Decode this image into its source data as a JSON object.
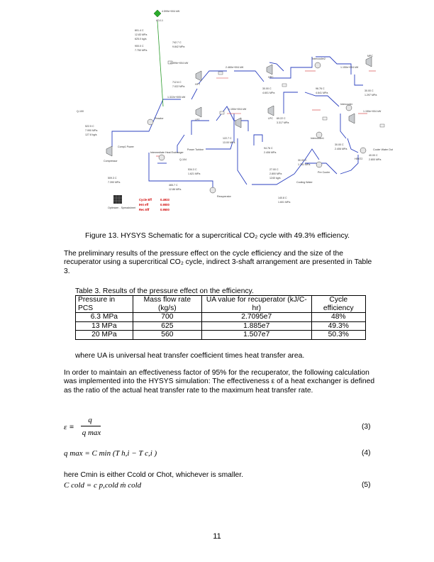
{
  "figure": {
    "caption": "Figure 13.  HYSYS Schematic for a supercritical CO₂ cycle with 49.3% efficiency.",
    "labels": {
      "adj": "ADJ-1",
      "q100": "Q-100",
      "reactor": "Reactor",
      "compressor": "Compressor",
      "comp1_power": "Comp1 Power",
      "ihx": "Intermediate Heat Exchanger",
      "q104": "Q-104",
      "power_turbine": "Power Turbine",
      "lpt": "LPT",
      "hpt": "HPT",
      "lpc": "LPC",
      "mpc": "MPC",
      "hpc": "HPC",
      "intercooler1": "Intercooler1",
      "intercooler2": "Intercooler2",
      "intercooler": "Intercooler",
      "recuperator": "Recuperator",
      "cooling_water": "Cooling Water",
      "pre_cooler": "Pre Cooler",
      "cooler_water_out": "Cooler Water Out",
      "heat2": "HEAT2",
      "optimizer": "Optimizer - Spreadsheet",
      "s_a1": "4.599e+004  kW",
      "s_a2": "801.4  C",
      "s_a3": "12.83  MPa",
      "s_a4": "625.0  kg/s",
      "s_b1": "900.0  C",
      "s_b2": "7.750  MPa",
      "s_c1": "742.7  C",
      "s_c2": "9.842  MPa",
      "s_d1": "2.399e+004  kW",
      "s_e1": "712.6  C",
      "s_e2": "7.022  MPa",
      "s_f1": "1.322e+005  kW",
      "s_g1": "522.5  C",
      "s_g2": "7.990  MPa",
      "s_g3": "127.8  kg/s",
      "s_h1": "2.460e+004  kW",
      "s_i1": "30.00  C",
      "s_i2": "4.601  MPa",
      "s_j1": "1.150e+004  kW",
      "s_k1": "122.7  C",
      "s_k2": "13.00  MPa",
      "s_l1": "69.22  C",
      "s_l2": "3.317  MPa",
      "s_m1": "94.76  C",
      "s_m2": "2.406  MPa",
      "s_n1": "96.76  C",
      "s_n2": "4.641  MPa",
      "s_o1": "1.150e+004  kW",
      "s_p1": "30.00  C",
      "s_p2": "1.297  MPa",
      "s_q1": "1.150e+004  kW",
      "s_r1": "30.00  C",
      "s_r2": "2.406  MPa",
      "s_s1": "30.00  C",
      "s_s2": "1.751  MPa",
      "s_t1": "40.00  C",
      "s_t2": "2.800  MPa",
      "s_u1": "27.00  C",
      "s_u2": "2.800  MPa",
      "s_u3": "1240  kg/s",
      "s_v1": "534.3  C",
      "s_v2": "1.621  MPa",
      "s_w1": "465.7  C",
      "s_w2": "12.86  MPa",
      "s_x1": "509.3  C",
      "s_x2": "7.390  MPa",
      "s_y1": "140.8  C",
      "s_y2": "1.601  MPa",
      "cycle_eff_label": "Cycle Eff",
      "cycle_eff_value": "0.4933",
      "ihx_eff_label": "IHX eff",
      "ihx_eff_value": "0.9000",
      "rec_eff_label": "Rec Eff",
      "rec_eff_value": "0.9500"
    }
  },
  "paragraph1": "The preliminary results of the pressure effect on the cycle efficiency and the size of the recuperator using a supercritical CO₂ cycle, indirect 3-shaft arrangement are presented in Table 3.",
  "table": {
    "caption": "Table 3. Results of the pressure effect on the efficiency.",
    "headers": [
      "Pressure in PCS",
      "Mass flow rate (kg/s)",
      "UA value for recuperator (kJ/C-hr)",
      "Cycle efficiency"
    ],
    "rows": [
      [
        "6.3 MPa",
        "700",
        "2.7095e7",
        "48%"
      ],
      [
        "13 MPa",
        "625",
        "1.885e7",
        "49.3%"
      ],
      [
        "20 MPa",
        "560",
        "1.507e7",
        "50.3%"
      ]
    ],
    "note": "where UA is universal heat transfer coefficient times heat transfer area."
  },
  "paragraph2": "In order to maintain an effectiveness factor of 95% for the recuperator, the following calculation was implemented into the HYSYS simulation: The effectiveness ε of a heat exchanger is defined as the ratio of the actual heat transfer rate to the maximum heat transfer rate.",
  "equations": {
    "eq3_lhs": "ε ≡",
    "eq3_num": "q",
    "eq3_den": "q max",
    "eq3_no": "(3)",
    "eq4": "q max = C min (T h,i − T c,i )",
    "eq4_no": "(4)",
    "eq5_text": "here Cmin is either Ccold or Chot, whichever is smaller.",
    "eq5": "C cold = c p,cold ṁ cold",
    "eq5_no": "(5)"
  },
  "page_number": "11"
}
